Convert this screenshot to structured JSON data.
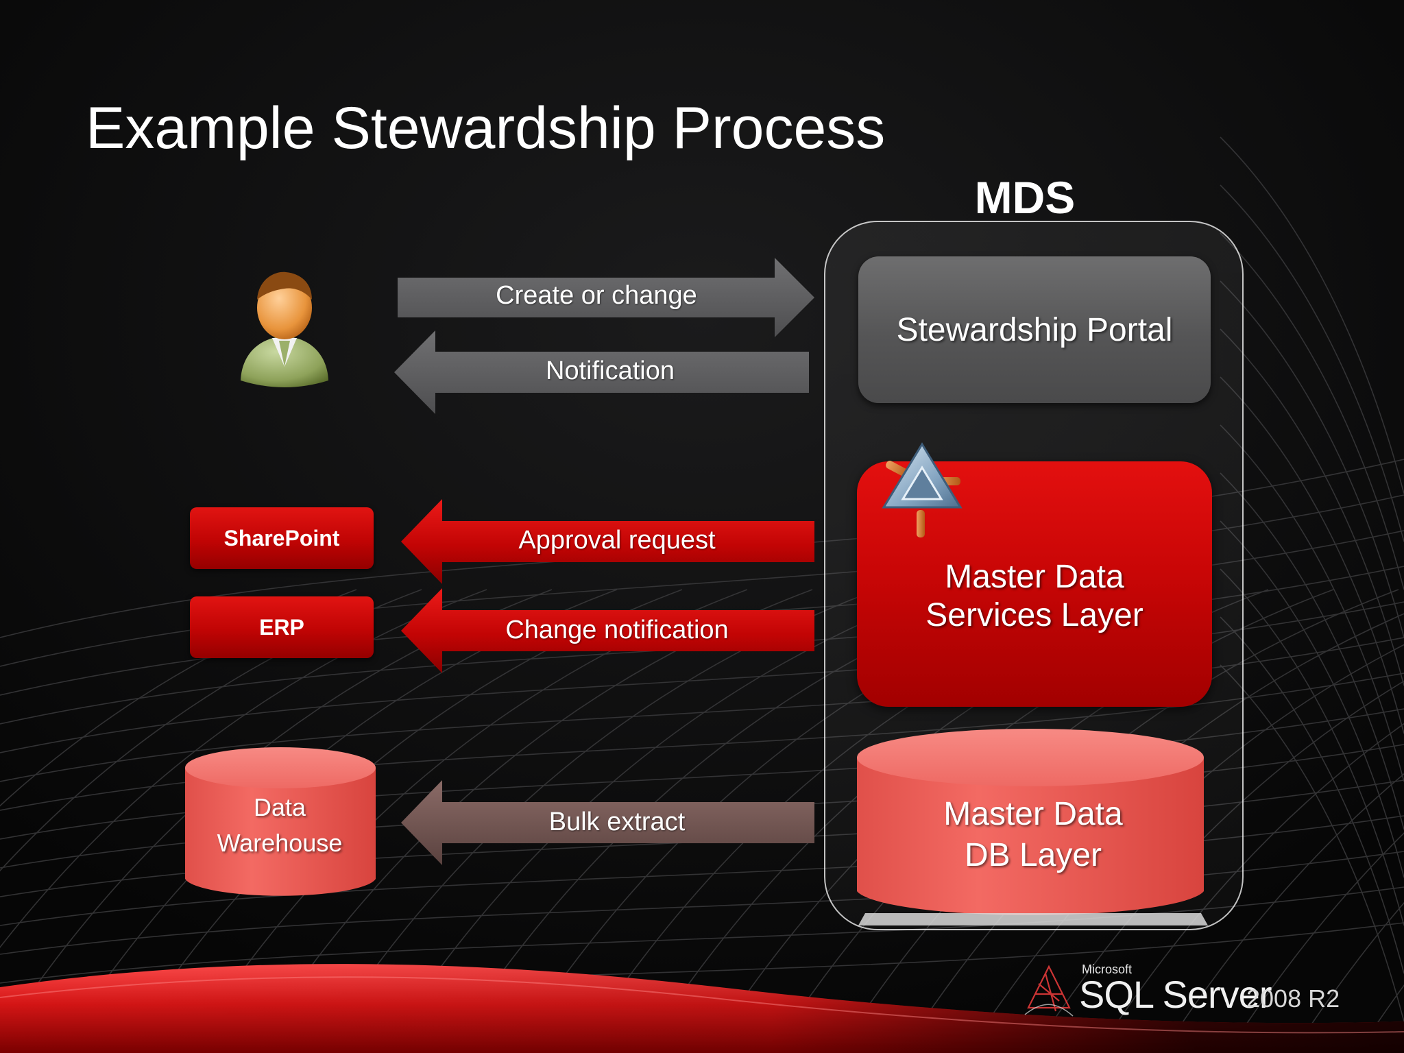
{
  "slide": {
    "title": "Example Stewardship Process"
  },
  "mds": {
    "label": "MDS",
    "portal": "Stewardship Portal",
    "services_layer": [
      "Master Data",
      "Services Layer"
    ],
    "db_layer": [
      "Master Data",
      "DB Layer"
    ]
  },
  "external": {
    "sharepoint": "SharePoint",
    "erp": "ERP",
    "data_warehouse": [
      "Data",
      "Warehouse"
    ]
  },
  "arrows": {
    "create_or_change": "Create or change",
    "notification": "Notification",
    "approval_request": "Approval request",
    "change_notification": "Change notification",
    "bulk_extract": "Bulk extract"
  },
  "branding": {
    "company": "Microsoft",
    "product": "SQL Server",
    "version": "2008 R2"
  },
  "colors": {
    "red": "#c80404",
    "grey_box": "#5a5a5b",
    "grey_arrow": "#5f5f60",
    "db_pink": "#f0615a",
    "background": "#0c0c0d"
  }
}
